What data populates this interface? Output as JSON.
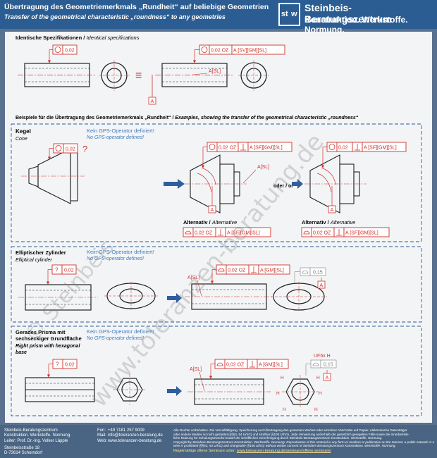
{
  "header": {
    "title_de": "Übertragung des Geometriemerkmals „Rundheit“ auf beliebige Geometrien",
    "title_en": "Transfer of the geometrical characteristic „roundness“ to any geometries",
    "logo_letters": [
      "st",
      "w"
    ],
    "brand_name": "Steinbeis-Beratungszentrum",
    "brand_tagline": "Konstruktion. Werkstoffe. Normung."
  },
  "section1": {
    "title_de": "Identische Spezifikationen / ",
    "title_en": "Identical specifications",
    "tol_left": "0,02",
    "tol_right": "0,02 OZ",
    "datum_ref": "A [SV][GM][SL]",
    "axis_label": "A[SL]",
    "datum": "A",
    "equiv": "≡"
  },
  "section2": {
    "title_de": "Beispiele für die Übertragung des Geometriemerkmals „Rundheit“ / ",
    "title_en": "Examples, showing the transfer of the geometrical characteristic „roundness“"
  },
  "kegel": {
    "name_de": "Kegel",
    "name_en": "Cone",
    "gps_de": "Kein GPS-Operator definiert!",
    "gps_en": "No GPS-operator defined!",
    "tol": "0,02",
    "question": "?",
    "tol_a": "0,02 OZ",
    "ref_a": "A [SF][GM][SL]",
    "tol_b": "0,02",
    "ref_b": "A [SF][GM][SL]",
    "axis": "A[SL]",
    "datum": "A",
    "oder": "oder / or",
    "alt_de": "Alternativ / ",
    "alt_en": "Alternative",
    "alt_tol": "0,02 OZ",
    "alt_ref": "A [SF][GM][SL]"
  },
  "ellipse": {
    "name_de": "Elliptischer Zylinder",
    "name_en": "Elliptical cylinder",
    "gps_de": "Kein GPS-Operator definiert!",
    "gps_en": "No GPS-operator defined!",
    "tol": "0,02",
    "question": "?",
    "axis": "A[SL]",
    "tol2": "0,02 OZ",
    "ref2": "A [GM][SL]",
    "profile_tol": "0,15",
    "datum": "A"
  },
  "prism": {
    "name_de1": "Gerades Prisma mit",
    "name_de2": "sechseckiger Grundfläche",
    "name_en1": "Right prism with hexagonal",
    "name_en2": "base",
    "gps_de": "Kein GPS-Operator definiert!",
    "gps_en": "No GPS-operator defined!",
    "tol": "0,02",
    "question": "?",
    "axis": "A[SL]",
    "tol2": "0,02 OZ",
    "ref2": "A [GM][SL]",
    "uf": "UF6x H",
    "profile_tol": "0,15",
    "datum": "A",
    "h_labels": [
      "H",
      "H",
      "H",
      "H",
      "H",
      "H"
    ]
  },
  "watermark": {
    "line1": "© Steinbeis",
    "line2": "www.toleranzen-beratung.de"
  },
  "footer": {
    "col1": [
      "Steinbeis-Beratungszentrum",
      "Konstruktion. Werkstoffe. Normung.",
      "Leiter: Prof. Dr.-Ing. Volker Läpple",
      "",
      "Steinbeisstraße 18",
      "D-73614 Schorndorf"
    ],
    "labels": [
      "Fon:",
      "Mail:",
      "Web:"
    ],
    "values": [
      "+49 7181 257 9009",
      "info@toleranzen-beratung.de",
      "www.toleranzen-beratung.de"
    ],
    "legal1": "Alle Rechte vorbehalten. Die Vervielfältigung, Speicherung und Übertragung des gesamten Werkes oder einzelner Abschnitte auf Papier, elektronische Datenträger",
    "legal2": "oder andere Medien ist nicht gestattet (§§53, 54 UrhG) und strafbar (§106 UrhG). Jede Verwertung außerhalb der gesetzlich geregelten Fälle sowie die Innerbetrieb-",
    "legal3": "liche Nutzung für Schulungszwecke bedarf der schriftlichen Genehmigung durch Steinbeis-Beratungszentrum Konstruktion. Werkstoffe. Normung.",
    "legal4": "Copyright by Steinbeis-Beratungszentrum Konstruktion. Werkstoffe. Normung. Reproduction of this material in any form or medium or publication on the Internet, a public network or other-",
    "legal5": "wise is prohibited (§§53, 54 UrhG) and chargeable (§106 UrhG) without written consent of Steinbeis-Beratungszentrum Konstruktion. Werkstoffe. Normung.",
    "seminar_label": "Regelmäßige offene Seminare unter: ",
    "seminar_url": "www.toleranzen-beratung.de/seminare/offene seminare/"
  },
  "colors": {
    "header_blue": "#2b5d92",
    "annotation_red": "#d0322c",
    "note_blue": "#3d7bbd",
    "arrow_blue": "#2f5e9e",
    "dash_border": "#2b5d92"
  }
}
